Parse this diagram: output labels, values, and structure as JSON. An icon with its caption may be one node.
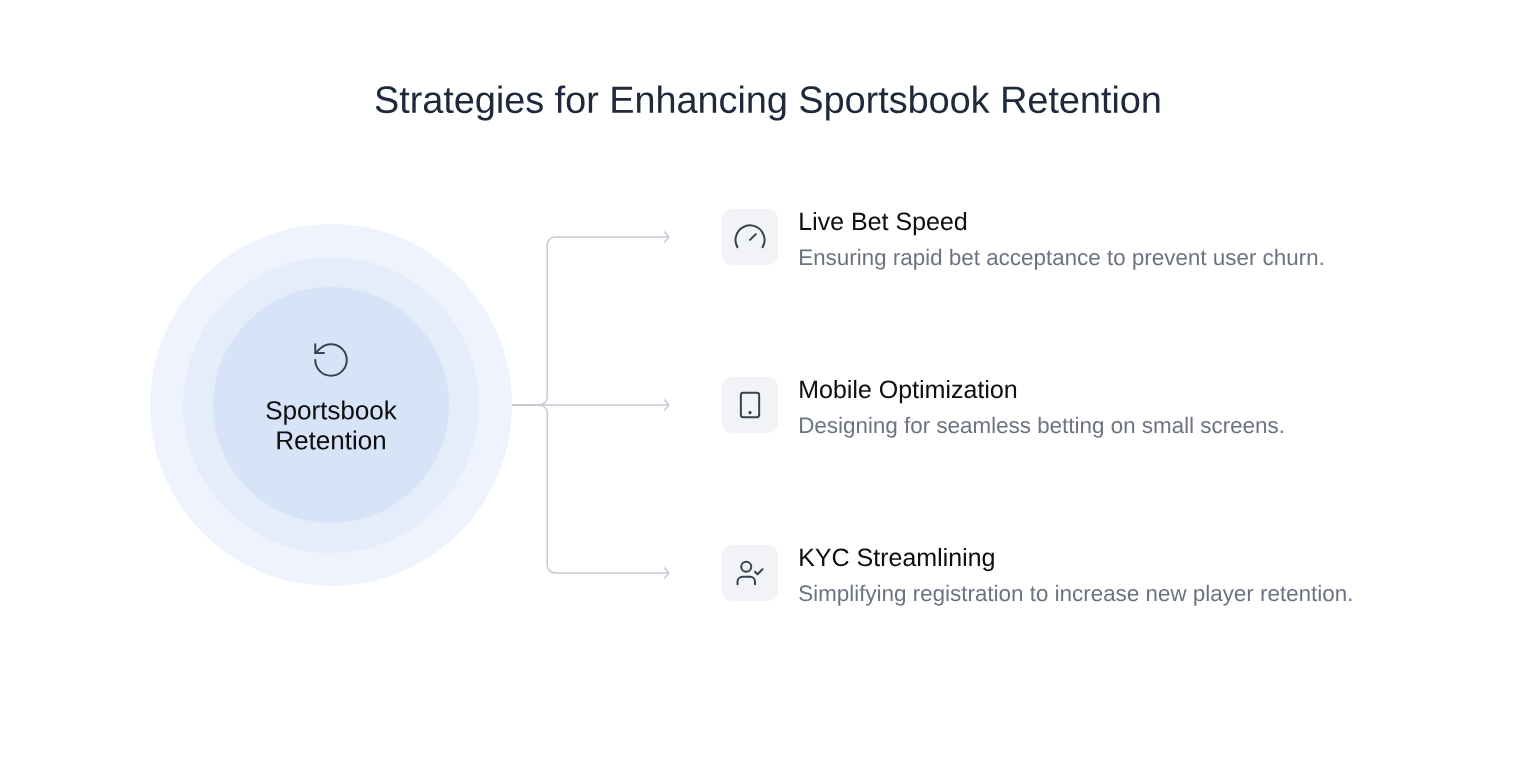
{
  "diagram": {
    "title": "Strategies for Enhancing Sportsbook Retention",
    "nodes": [
      {
        "text": [
          "Sportsbook Retention"
        ]
      },
      {
        "text": [
          "Live Bet Speed",
          "Ensuring rapid bet acceptance to prevent user churn."
        ]
      },
      {
        "text": [
          "Mobile Optimization",
          "Designing for seamless betting on small screens."
        ]
      },
      {
        "text": [
          "KYC Streamlining",
          "Simplifying registration to increase new player retention."
        ]
      }
    ],
    "edges": [
      {
        "from": 0,
        "to": 1,
        "arrow": "to"
      },
      {
        "from": 0,
        "to": 2,
        "arrow": "to"
      },
      {
        "from": 0,
        "to": 3,
        "arrow": "to"
      }
    ]
  }
}
